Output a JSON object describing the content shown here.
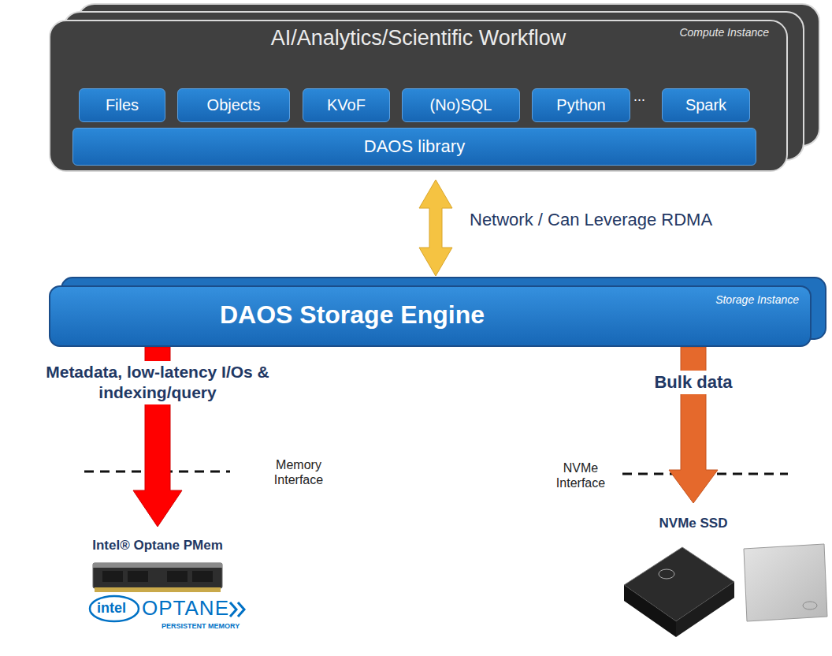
{
  "diagram": {
    "nodes": [
      {
        "text": [
          "AI/Analytics/Scientific Workflow",
          "Compute Instance"
        ]
      },
      {
        "text": [
          "Files"
        ],
        "in": 0
      },
      {
        "text": [
          "Objects"
        ],
        "in": 0
      },
      {
        "text": [
          "KVoF"
        ],
        "in": 0
      },
      {
        "text": [
          "(No)SQL"
        ],
        "in": 0
      },
      {
        "text": [
          "Python"
        ],
        "in": 0
      },
      {
        "text": [
          "Spark"
        ],
        "in": 0
      },
      {
        "text": [
          "DAOS library"
        ],
        "in": 0
      },
      {
        "text": [
          "DAOS Storage Engine",
          "Storage Instance"
        ]
      },
      {
        "text": [
          "Intel® Optane PMem"
        ]
      },
      {
        "text": [
          "NVMe SSD"
        ]
      }
    ],
    "edges": [
      {
        "from": 0,
        "to": 8,
        "arrow": "both",
        "label": "Network / Can Leverage RDMA"
      },
      {
        "from": 8,
        "to": 9,
        "arrow": "to",
        "label": "Metadata, low-latency I/Os & indexing/query"
      },
      {
        "from": 8,
        "to": 10,
        "arrow": "to",
        "label": "Bulk data"
      }
    ],
    "labels": [
      "...",
      "Memory Interface",
      "NVMe Interface",
      "intel",
      "OPTANE",
      "PERSISTENT MEMORY"
    ]
  }
}
